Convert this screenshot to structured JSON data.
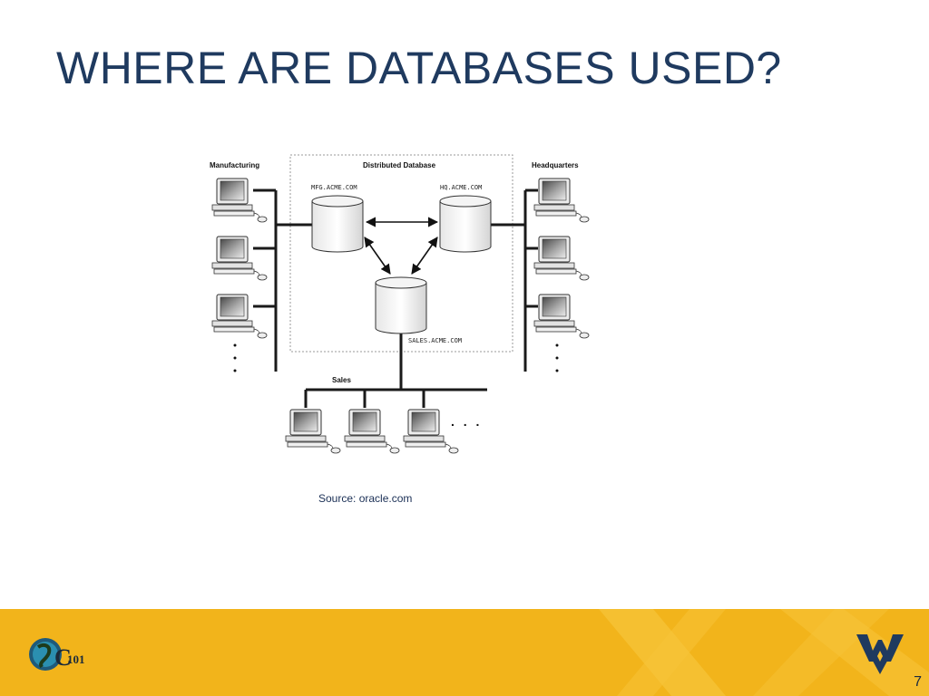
{
  "slide": {
    "title": "WHERE ARE DATABASES USED?",
    "source": "Source: oracle.com",
    "page_number": "7"
  },
  "diagram": {
    "groups": {
      "manufacturing": "Manufacturing",
      "distributed": "Distributed Database",
      "headquarters": "Headquarters",
      "sales": "Sales"
    },
    "databases": {
      "mfg": "MFG.ACME.COM",
      "hq": "HQ.ACME.COM",
      "sales": "SALES.ACME.COM"
    },
    "ellipsis_vertical": ".\n.\n.",
    "ellipsis_horizontal": ". . ."
  },
  "footer": {
    "logo_text": "101",
    "colors": {
      "band": "#f2b41b",
      "title": "#1f3a5f",
      "wv_logo": "#1f3a5f"
    }
  },
  "icons": [
    "workstation-icon",
    "database-cylinder-icon",
    "wv-logo-icon",
    "cs101-logo-icon"
  ]
}
